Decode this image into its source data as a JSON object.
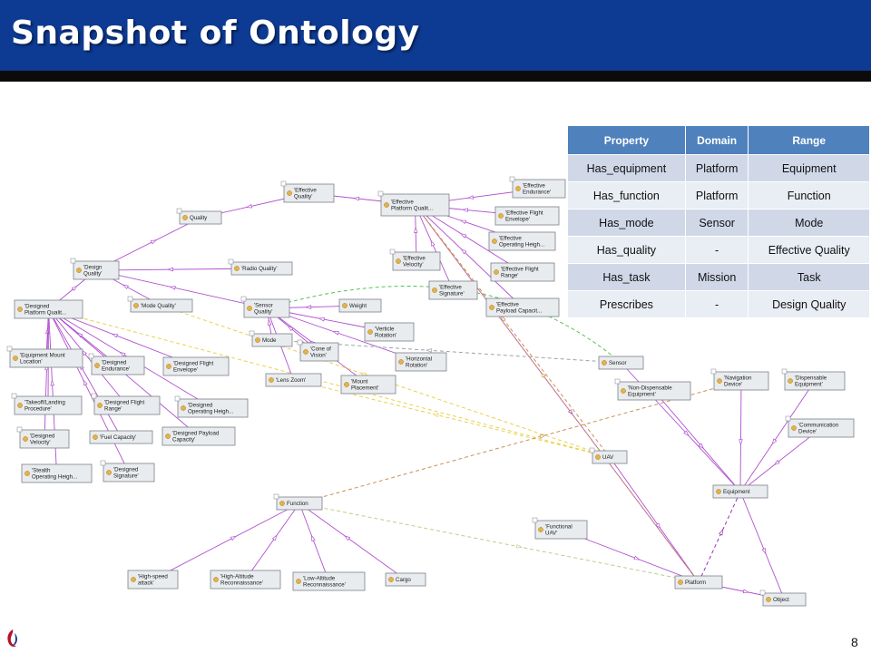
{
  "slide": {
    "title": "Snapshot of Ontology",
    "page_number": "8"
  },
  "table": {
    "headers": [
      "Property",
      "Domain",
      "Range"
    ],
    "rows": [
      [
        "Has_equipment",
        "Platform",
        "Equipment"
      ],
      [
        "Has_function",
        "Platform",
        "Function"
      ],
      [
        "Has_mode",
        "Sensor",
        "Mode"
      ],
      [
        "Has_quality",
        "-",
        "Effective Quality"
      ],
      [
        "Has_task",
        "Mission",
        "Task"
      ],
      [
        "Prescribes",
        "-",
        "Design Quality"
      ]
    ]
  },
  "colors": {
    "title_bar": "#0d3a92",
    "subclass_edge": "#b04fcf",
    "table_header": "#4f81bd"
  },
  "nodes": [
    {
      "id": "effective-quality",
      "label": [
        "'Effective",
        "Quality'"
      ],
      "tag": "E"
    },
    {
      "id": "effective-platform-quality",
      "label": [
        "'Effective",
        "Platform Qualit..."
      ],
      "tag": "E"
    },
    {
      "id": "effective-endurance",
      "label": [
        "'Effective",
        "Endurance'"
      ],
      "tag": "E"
    },
    {
      "id": "effective-flight-envelope",
      "label": [
        "'Effective Flight",
        "Envelope'"
      ],
      "tag": ""
    },
    {
      "id": "effective-operating-height",
      "label": [
        "'Effective",
        "Operating Heigh..."
      ],
      "tag": ""
    },
    {
      "id": "effective-flight-range",
      "label": [
        "'Effective Flight",
        "Range'"
      ],
      "tag": ""
    },
    {
      "id": "effective-payload-capacity",
      "label": [
        "'Effective",
        "Payload Capacit..."
      ],
      "tag": ""
    },
    {
      "id": "effective-velocity",
      "label": [
        "'Effective",
        "Velocity'"
      ],
      "tag": "E"
    },
    {
      "id": "effective-signature",
      "label": [
        "'Effective",
        "Signature'"
      ],
      "tag": ""
    },
    {
      "id": "quality",
      "label": [
        "Quality"
      ],
      "tag": "E"
    },
    {
      "id": "design-quality",
      "label": [
        "'Design",
        "Quality'"
      ],
      "tag": "E"
    },
    {
      "id": "radio-quality",
      "label": [
        "'Radio Quality'"
      ],
      "tag": "E"
    },
    {
      "id": "designed-platform-quality",
      "label": [
        "'Designed",
        "Platform Qualit..."
      ],
      "tag": ""
    },
    {
      "id": "mode-quality",
      "label": [
        "'Mode Quality'"
      ],
      "tag": "E"
    },
    {
      "id": "sensor-quality",
      "label": [
        "'Sensor",
        "Quality'"
      ],
      "tag": "E"
    },
    {
      "id": "weight",
      "label": [
        "Weight"
      ],
      "tag": ""
    },
    {
      "id": "vertical-rotation",
      "label": [
        "'Verticle",
        "Rotation'"
      ],
      "tag": ""
    },
    {
      "id": "mode",
      "label": [
        "Mode"
      ],
      "tag": "E"
    },
    {
      "id": "cone-of-vision",
      "label": [
        "'Cone of",
        "Vision'"
      ],
      "tag": "E"
    },
    {
      "id": "horizontal-rotation",
      "label": [
        "'Horizontal",
        "Rotation'"
      ],
      "tag": ""
    },
    {
      "id": "lens-zoom",
      "label": [
        "'Lens Zoom'"
      ],
      "tag": ""
    },
    {
      "id": "mount-placement",
      "label": [
        "'Mount",
        "Placement'"
      ],
      "tag": ""
    },
    {
      "id": "equipment-mount-location",
      "label": [
        "'Equipment Mount",
        "Location'"
      ],
      "tag": "E"
    },
    {
      "id": "designed-endurance",
      "label": [
        "'Designed",
        "Endurance'"
      ],
      "tag": "E"
    },
    {
      "id": "designed-flight-envelope",
      "label": [
        "'Designed Flight",
        "Envelope'"
      ],
      "tag": ""
    },
    {
      "id": "takeoff-landing-procedure",
      "label": [
        "'Takeoff/Landing",
        "Procedure'"
      ],
      "tag": "E"
    },
    {
      "id": "designed-flight-range",
      "label": [
        "'Designed Flight",
        "Range'"
      ],
      "tag": "E"
    },
    {
      "id": "designed-operating-height",
      "label": [
        "'Designed",
        "Operating Heigh..."
      ],
      "tag": "E"
    },
    {
      "id": "designed-velocity",
      "label": [
        "'Designed",
        "Velocity'"
      ],
      "tag": "E"
    },
    {
      "id": "fuel-capacity",
      "label": [
        "'Fuel Capacity'"
      ],
      "tag": ""
    },
    {
      "id": "designed-payload-capacity",
      "label": [
        "'Designed Payload",
        "Capacity'"
      ],
      "tag": ""
    },
    {
      "id": "stealth-operating-height",
      "label": [
        "'Stealth",
        "Operating Heigh..."
      ],
      "tag": ""
    },
    {
      "id": "designed-signature",
      "label": [
        "'Designed",
        "Signature'"
      ],
      "tag": "E"
    },
    {
      "id": "sensor",
      "label": [
        "Sensor"
      ],
      "tag": ""
    },
    {
      "id": "non-dispensable-equipment",
      "label": [
        "'Non-Dispensable",
        "Equipment'"
      ],
      "tag": "E"
    },
    {
      "id": "navigation-device",
      "label": [
        "'Navigation",
        "Device'"
      ],
      "tag": "E"
    },
    {
      "id": "dispensable-equipment",
      "label": [
        "'Dispensable",
        "Equipment'"
      ],
      "tag": "E"
    },
    {
      "id": "communication-device",
      "label": [
        "'Communication",
        "Device'"
      ],
      "tag": "E"
    },
    {
      "id": "uav",
      "label": [
        "UAV"
      ],
      "tag": "E"
    },
    {
      "id": "equipment",
      "label": [
        "Equipment"
      ],
      "tag": ""
    },
    {
      "id": "function",
      "label": [
        "Function"
      ],
      "tag": "E"
    },
    {
      "id": "functional-uav",
      "label": [
        "'Functional",
        "UAV'"
      ],
      "tag": "E"
    },
    {
      "id": "high-speed-attack",
      "label": [
        "'High-speed",
        "attack'"
      ],
      "tag": ""
    },
    {
      "id": "high-altitude-reconnaissance",
      "label": [
        "'High-Altitude",
        "Reconnaissance'"
      ],
      "tag": ""
    },
    {
      "id": "low-altitude-reconnaissance",
      "label": [
        "'Low-Altitude",
        "Reconnaissance'"
      ],
      "tag": ""
    },
    {
      "id": "cargo",
      "label": [
        "Cargo"
      ],
      "tag": ""
    },
    {
      "id": "platform",
      "label": [
        "Platform"
      ],
      "tag": ""
    },
    {
      "id": "object",
      "label": [
        "Object"
      ],
      "tag": "E"
    }
  ]
}
